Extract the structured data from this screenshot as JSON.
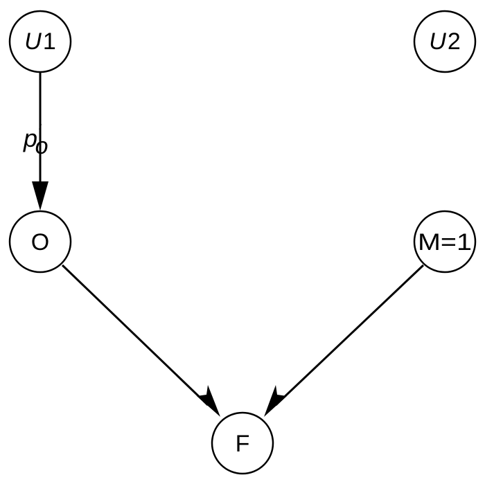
{
  "diagram": {
    "nodes": [
      {
        "id": "u1",
        "main": "U",
        "sub": "1",
        "italic": true
      },
      {
        "id": "u2",
        "main": "U",
        "sub": "2",
        "italic": true
      },
      {
        "id": "o",
        "main": "O",
        "sub": "",
        "italic": false
      },
      {
        "id": "m",
        "main": "M=1",
        "sub": "",
        "italic": false
      },
      {
        "id": "f",
        "main": "F",
        "sub": "",
        "italic": false
      }
    ],
    "edges": [
      {
        "from": "u1",
        "to": "o",
        "label_main": "p",
        "label_prime": "′",
        "label_sub": "o"
      },
      {
        "from": "o",
        "to": "f"
      },
      {
        "from": "m",
        "to": "f"
      }
    ],
    "colors": {
      "stroke": "#000000",
      "fill": "#ffffff"
    }
  }
}
